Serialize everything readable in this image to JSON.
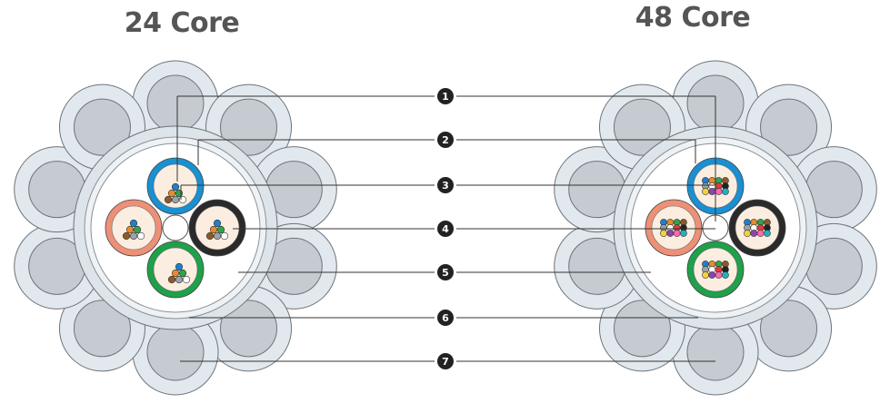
{
  "titles": {
    "left": "24 Core",
    "right": "48 Core"
  },
  "callouts": [
    "1",
    "2",
    "3",
    "4",
    "5",
    "6",
    "7"
  ],
  "colors": {
    "strand_fill": "#c5cbd0",
    "strand_ring": "#e1e8ee",
    "sheath": "#dde4ea",
    "tube_core": "#fbeee0",
    "tube_blue": "#1a8fd1",
    "tube_orange": "#ed9077",
    "tube_black": "#2a2a2a",
    "tube_green": "#1fa04a",
    "leader": "#333333",
    "callout_dot": "#222222"
  },
  "fiber_colors": [
    "#1e7fd0",
    "#e88a2c",
    "#2ea44f",
    "#8b5a2b",
    "#9aa3aa",
    "#ffffff",
    "#e53935",
    "#222222",
    "#f3d23a",
    "#8e44ad",
    "#ff69b4",
    "#19b3c2"
  ]
}
